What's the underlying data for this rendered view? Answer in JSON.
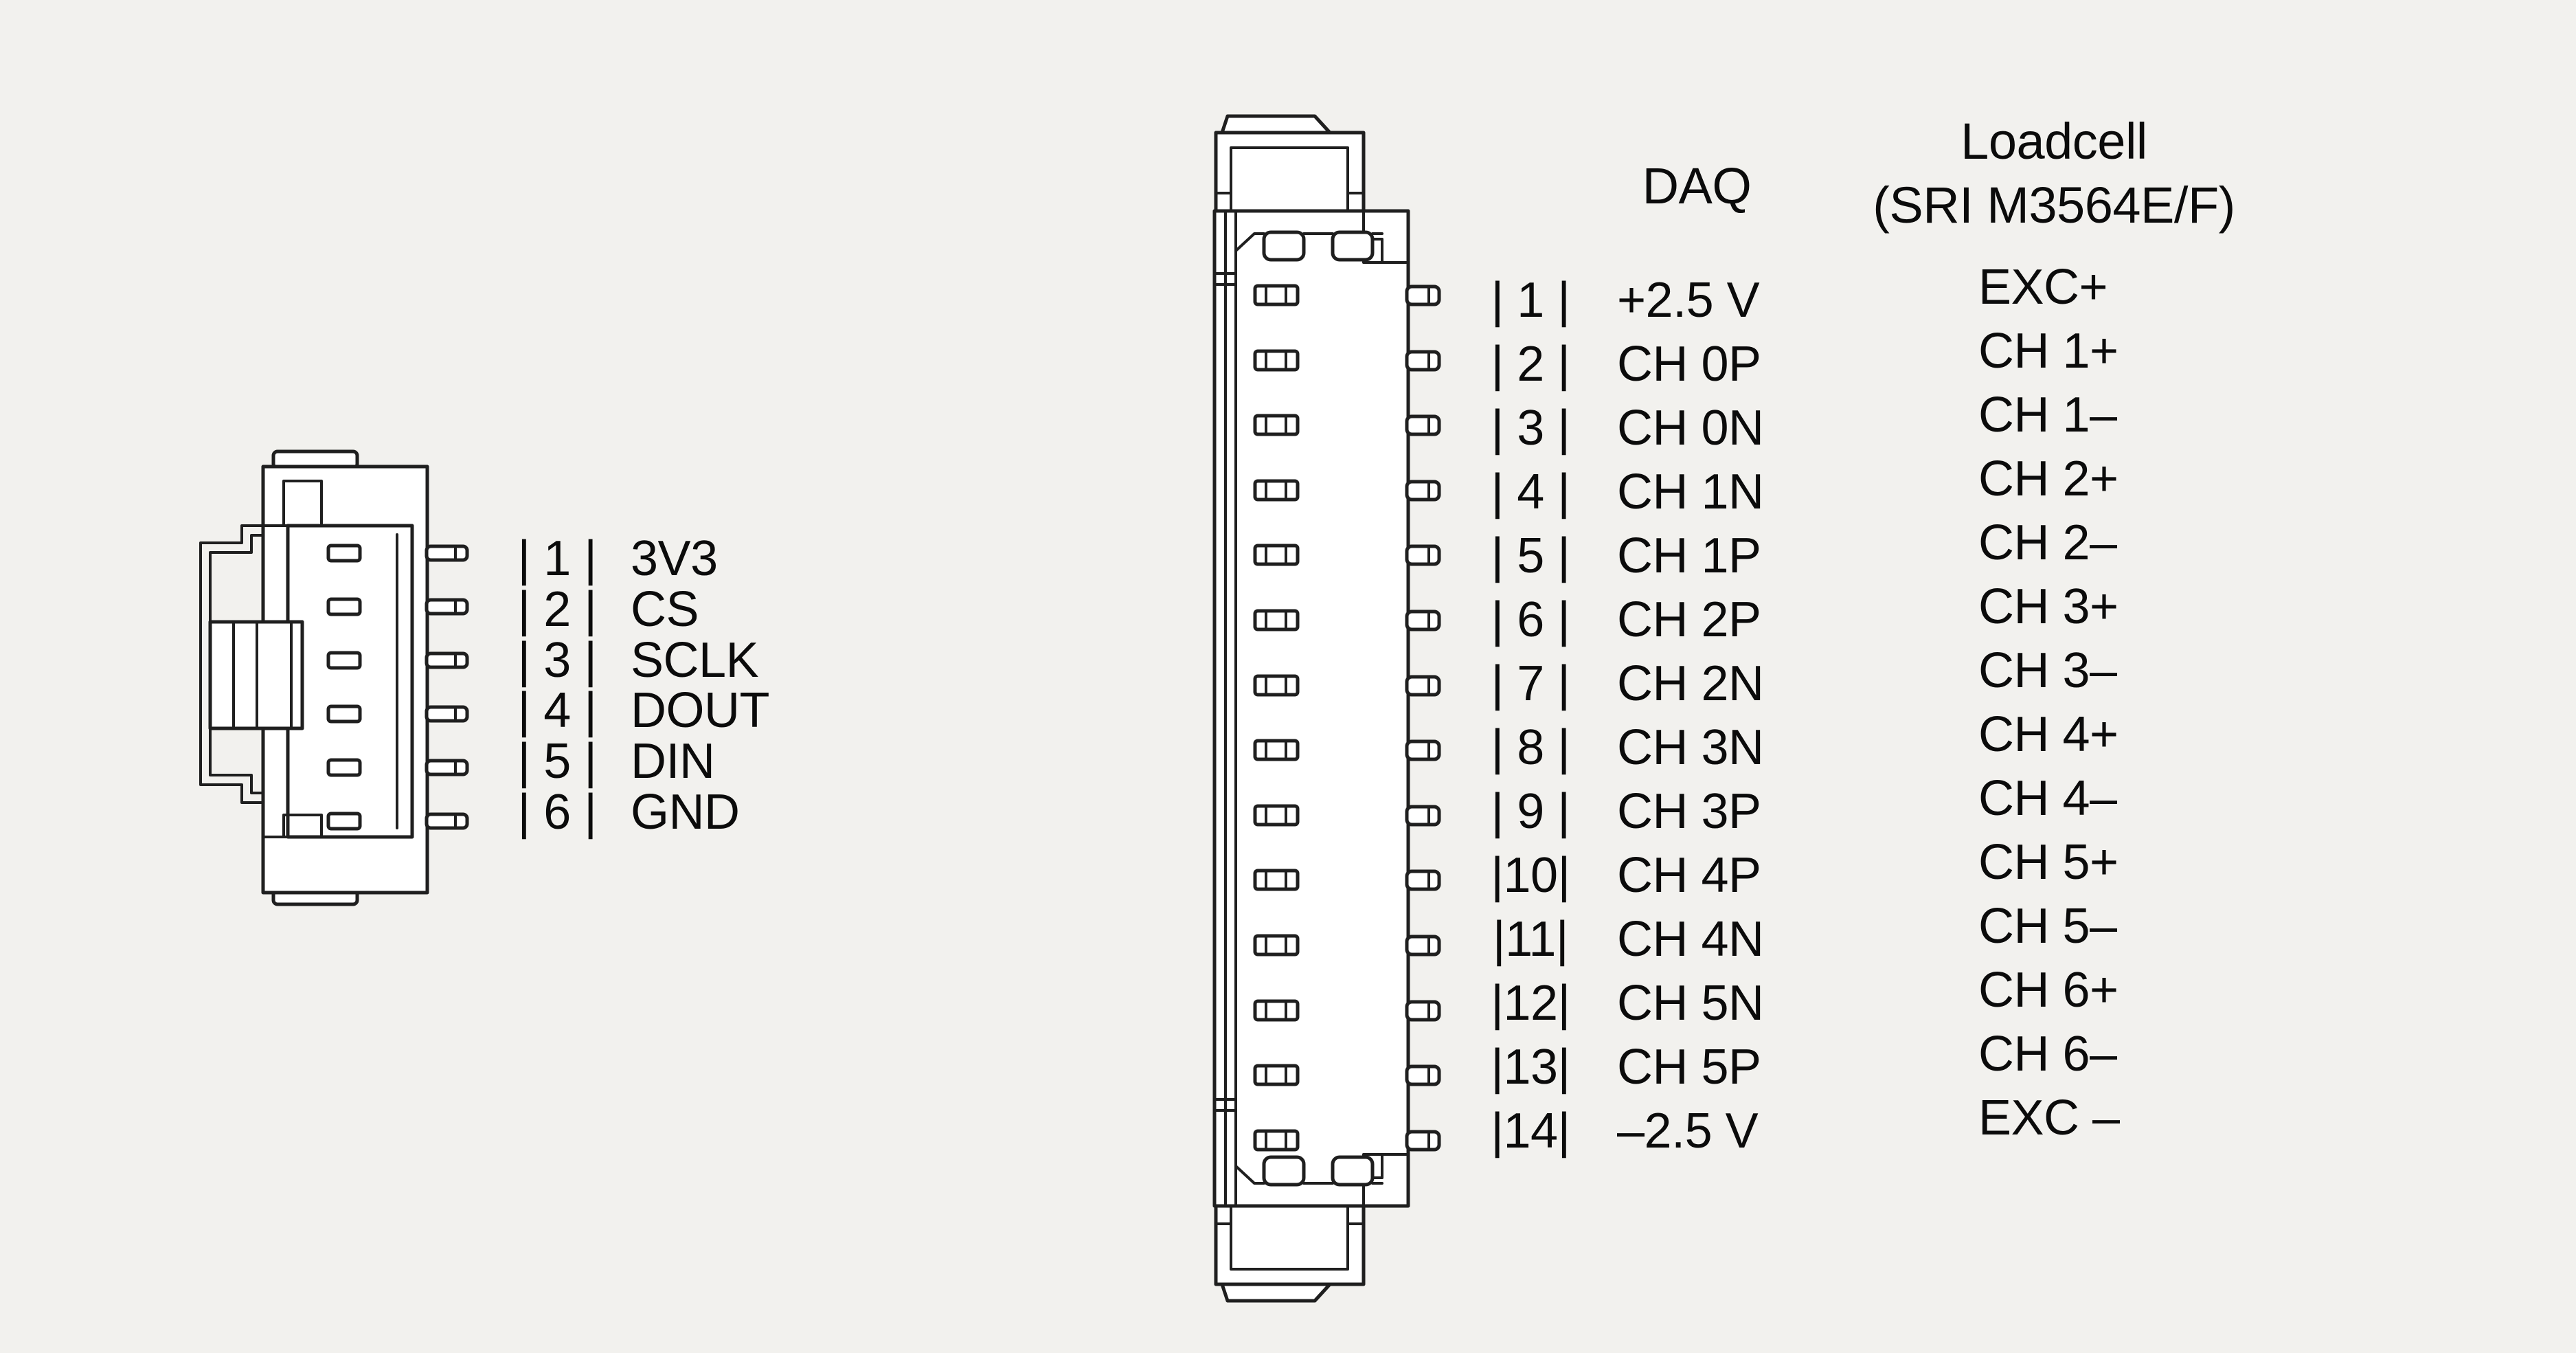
{
  "palette": {
    "background": "#f2f1ee",
    "line": "#1f1f1f",
    "text": "#0b0b0b",
    "fill": "#ffffff"
  },
  "left": {
    "description": "6-pin SPI header connector side view",
    "pins": [
      {
        "num": "| 1 |",
        "label": "3V3"
      },
      {
        "num": "| 2 |",
        "label": "CS"
      },
      {
        "num": "| 3 |",
        "label": "SCLK"
      },
      {
        "num": "| 4 |",
        "label": "DOUT"
      },
      {
        "num": "| 5 |",
        "label": "DIN"
      },
      {
        "num": "| 6 |",
        "label": "GND"
      }
    ]
  },
  "right": {
    "description": "14-pin DAQ to loadcell header connector side view",
    "daq_title": "DAQ",
    "loadcell_title_1": "Loadcell",
    "loadcell_title_2": "(SRI M3564E/F)",
    "pins": [
      {
        "num": "| 1 |",
        "daq": "+2.5 V",
        "loadcell": "EXC+"
      },
      {
        "num": "| 2 |",
        "daq": "CH 0P",
        "loadcell": "CH 1+"
      },
      {
        "num": "| 3 |",
        "daq": "CH 0N",
        "loadcell": "CH 1–"
      },
      {
        "num": "| 4 |",
        "daq": "CH 1N",
        "loadcell": "CH 2+"
      },
      {
        "num": "| 5 |",
        "daq": "CH 1P",
        "loadcell": "CH 2–"
      },
      {
        "num": "| 6 |",
        "daq": "CH 2P",
        "loadcell": "CH 3+"
      },
      {
        "num": "| 7 |",
        "daq": "CH 2N",
        "loadcell": "CH 3–"
      },
      {
        "num": "| 8 |",
        "daq": "CH 3N",
        "loadcell": "CH 4+"
      },
      {
        "num": "| 9 |",
        "daq": "CH 3P",
        "loadcell": "CH 4–"
      },
      {
        "num": "|10|",
        "daq": "CH 4P",
        "loadcell": "CH 5+"
      },
      {
        "num": "|11|",
        "daq": "CH 4N",
        "loadcell": "CH 5–"
      },
      {
        "num": "|12|",
        "daq": "CH 5N",
        "loadcell": "CH 6+"
      },
      {
        "num": "|13|",
        "daq": "CH 5P",
        "loadcell": "CH 6–"
      },
      {
        "num": "|14|",
        "daq": "–2.5 V",
        "loadcell": "EXC –"
      }
    ]
  }
}
